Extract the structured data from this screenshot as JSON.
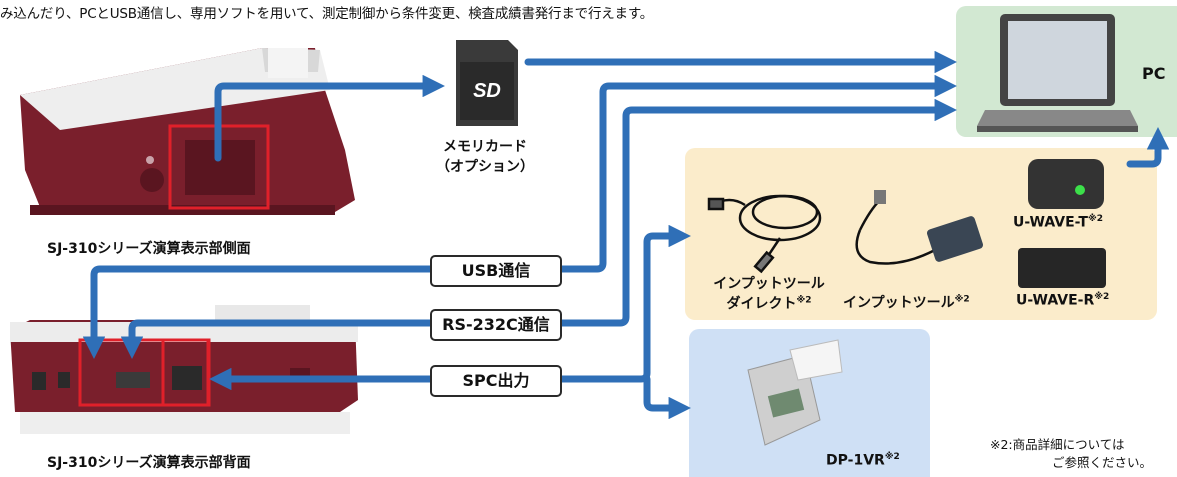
{
  "intro": "み込んだり、PCとUSB通信し、専用ソフトを用いて、測定制御から条件変更、検査成績書発行まで行えます。",
  "device_side_caption": "SJ-310シリーズ演算表示部側面",
  "device_back_caption": "SJ-310シリーズ演算表示部背面",
  "memory_card": {
    "line1": "メモリカード",
    "line2": "（オプション）",
    "card_logo": "SD"
  },
  "pc_label": "PC",
  "connections": {
    "usb": "USB通信",
    "rs232c": "RS-232C通信",
    "spc": "SPC出力"
  },
  "products": {
    "input_direct_line1": "インプットツール",
    "input_direct_line2": "ダイレクト",
    "input_tool": "インプットツール",
    "uwave_t": "U-WAVE-T",
    "uwave_r": "U-WAVE-R",
    "dp1vr": "DP-1VR",
    "note_mark": "※2"
  },
  "footnote": {
    "line1": "※2:商品詳細については",
    "line2": "ご参照ください。"
  },
  "colors": {
    "arrow": "#2f6fb7",
    "highlight": "#e0202a",
    "device": "#7a1f2c"
  }
}
